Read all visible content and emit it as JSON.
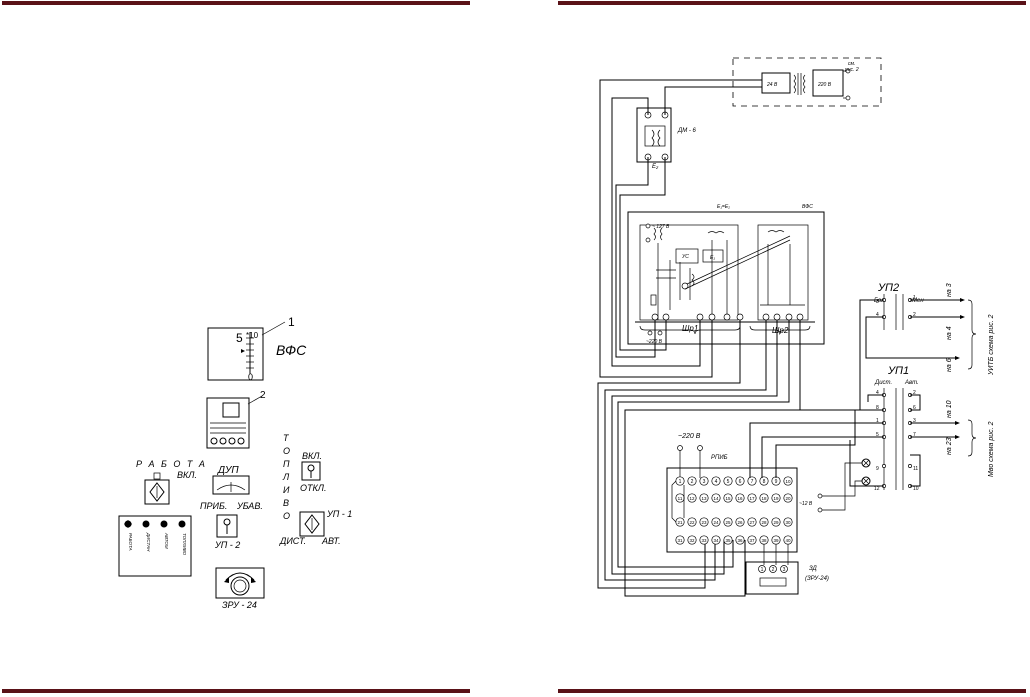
{
  "left_page": {
    "callout_1": "1",
    "callout_2": "2",
    "vfs_label": "ВФС",
    "gauge_5": "5",
    "gauge_scale": "*10",
    "gauge_0": "0",
    "rabota": "Р А Б О Т А",
    "vkl_left": "ВКЛ.",
    "dup": "ДУП",
    "prib": "ПРИБ.",
    "ubav": "УБАВ.",
    "up2": "УП - 2",
    "toplivo_letters": [
      "Т",
      "О",
      "П",
      "Л",
      "И",
      "В",
      "О"
    ],
    "vkl": "ВКЛ.",
    "otkl": "ОТКЛ.",
    "up1": "УП - 1",
    "dist": "ДИСТ.",
    "avt": "АВТ.",
    "lamp_labels": [
      "РАБОТА",
      "ДИСТАН",
      "АВТОМ",
      "ТОПЛИВО"
    ],
    "zru": "ЗРУ - 24"
  },
  "right_page": {
    "sm_ris2": "см.",
    "ris2": "рис. 2",
    "v24": "24 В",
    "v220": "220 В",
    "dm6": "ДМ - 6",
    "e2": "Е₂",
    "e1e2": "Е₁=Е₂",
    "vfs": "ВФС",
    "v127": "~ 127 В",
    "us": "УС",
    "e1": "Е₁",
    "v220b": "~220 В",
    "shr1": "Шр1",
    "shr2": "Шр2",
    "up2": "УП2",
    "bol": "Бол.",
    "men": "Мен",
    "na3": "на 3",
    "na4": "на 4",
    "na6": "на 6",
    "uitb": "УИТБ схема рис. 2",
    "up1": "УП1",
    "dist": "Дист.",
    "avt": "Авт.",
    "na10": "на 10",
    "na23": "на 23",
    "mvo": "Мво схема рис. 2",
    "v220c": "~220 В",
    "rpib": "РПИБ",
    "v12": "~12 В",
    "zd": "ЗД",
    "zru": "(ЗРУ-24)",
    "up2_pins": [
      "3",
      "4",
      "1",
      "2"
    ],
    "up1_pins": [
      "4",
      "8",
      "1",
      "5",
      "9",
      "12",
      "2",
      "6",
      "3",
      "7",
      "11",
      "10"
    ],
    "rpib_row1": [
      "1",
      "2",
      "3",
      "4",
      "5",
      "6",
      "7",
      "8",
      "9",
      "10"
    ],
    "rpib_row2": [
      "11",
      "12",
      "13",
      "14",
      "15",
      "16",
      "17",
      "18",
      "19",
      "20"
    ],
    "rpib_row3": [
      "21",
      "22",
      "23",
      "24",
      "25",
      "26",
      "27",
      "28",
      "29",
      "30"
    ],
    "rpib_row4": [
      "31",
      "32",
      "33",
      "34",
      "35",
      "36",
      "37",
      "38",
      "39",
      "40"
    ]
  }
}
